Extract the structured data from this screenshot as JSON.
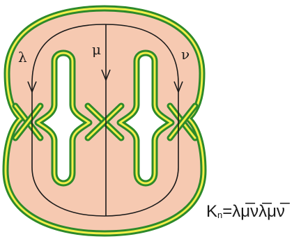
{
  "figure": {
    "labels": {
      "lambda": "λ",
      "mu": "μ",
      "nu": "ν"
    },
    "formula": {
      "base": "K",
      "subscript": "n",
      "rhs": "=λμ̅νλ̅μν̅"
    },
    "colors": {
      "fill": "#f6c9b1",
      "band_outer": "#2d8a2a",
      "band_inner": "#f2ef4a",
      "line": "#1a1a1a",
      "background": "#ffffff"
    }
  }
}
